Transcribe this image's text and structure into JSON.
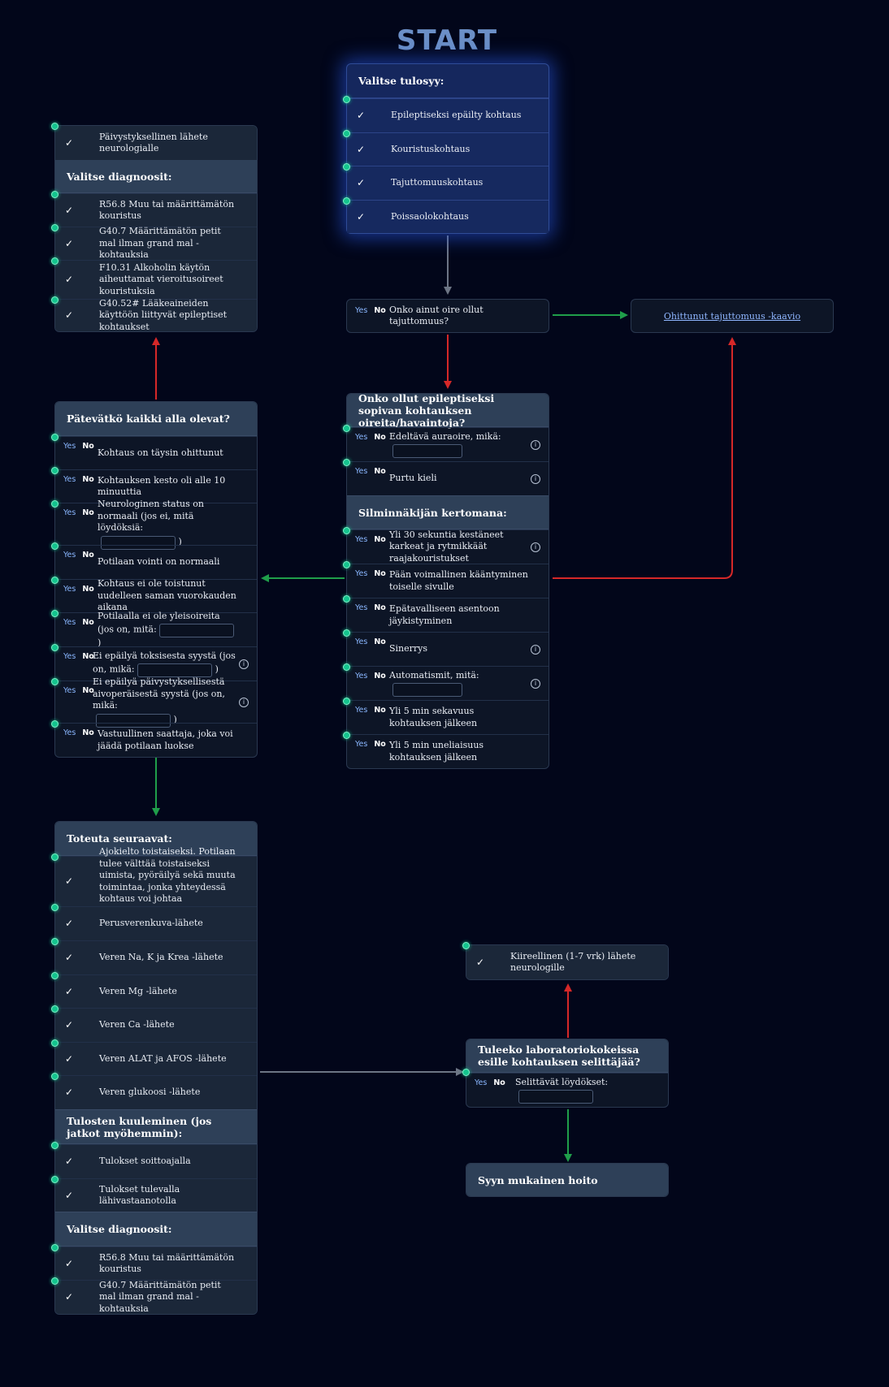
{
  "title": "START",
  "colors": {
    "green": "#1f9e4a",
    "red": "#d62828",
    "gray": "#6d7585",
    "accent": "#14c48e"
  },
  "labels": {
    "yes": "Yes",
    "no": "No",
    "check": "✓",
    "info": "i"
  },
  "start_box": {
    "header": "Valitse tulosyy:",
    "items": [
      "Epileptiseksi epäilty kohtaus",
      "Kouristuskohtaus",
      "Tajuttomuuskohtaus",
      "Poissaolokohtaus"
    ]
  },
  "q_unconscious": {
    "text": "Onko ainut oire ollut tajuttomuus?"
  },
  "link_box": {
    "text": "Ohittunut tajuttomuus -kaavio"
  },
  "q_epileptic": {
    "header": "Onko ollut epileptiseksi sopivan kohtauksen oireita/havaintoja?",
    "rows": [
      {
        "text": "Edeltävä auraoire, mikä:"
      },
      {
        "text": "Purtu kieli"
      }
    ],
    "witness_header": "Silminnäkijän kertomana:",
    "witness_rows": [
      {
        "text": "Yli 30 sekuntia kestäneet karkeat ja rytmikkäät raajakouristukset"
      },
      {
        "text": "Pään voimallinen kääntyminen toiselle sivulle"
      },
      {
        "text": "Epätavalliseen asentoon jäykistyminen"
      },
      {
        "text": "Sinerrys"
      },
      {
        "text": "Automatismit, mitä:"
      },
      {
        "text": "Yli 5 min sekavuus kohtauksen jälkeen"
      },
      {
        "text": "Yli 5 min uneliaisuus kohtauksen jälkeen"
      }
    ]
  },
  "q_all_apply": {
    "header": "Pätevätkö kaikki alla olevat?",
    "rows": [
      {
        "text": "Kohtaus on täysin ohittunut"
      },
      {
        "text": "Kohtauksen kesto oli alle 10 minuuttia"
      },
      {
        "pre": "Neurologinen status on normaali (jos ei, mitä löydöksiä:",
        "post": ")"
      },
      {
        "text": "Potilaan vointi on normaali"
      },
      {
        "text": "Kohtaus ei ole toistunut uudelleen saman vuorokauden aikana"
      },
      {
        "pre": "Potilaalla ei ole yleisoireita (jos on, mitä:",
        "post": ")"
      },
      {
        "pre": "Ei epäilyä toksisesta syystä (jos on, mikä:",
        "post": ")"
      },
      {
        "pre": "Ei epäilyä päivystyksellisestä aivoperäisestä syystä (jos on, mikä:",
        "post": ")"
      },
      {
        "text": "Vastuullinen saattaja, joka voi jäädä potilaan luokse"
      }
    ]
  },
  "referral_box": {
    "top_item": "Päivystyksellinen lähete neurologialle",
    "header": "Valitse diagnoosit:",
    "items": [
      "R56.8 Muu tai määrittämätön kouristus",
      "G40.7 Määrittämätön petit mal ilman grand mal -kohtauksia",
      "F10.31 Alkoholin käytön aiheuttamat vieroitusoireet kouristuksia",
      "G40.52# Lääkeaineiden käyttöön liittyvät epileptiset kohtaukset"
    ]
  },
  "actions_box": {
    "header": "Toteuta seuraavat:",
    "items": [
      "Ajokielto toistaiseksi. Potilaan tulee välttää toistaiseksi uimista, pyöräilyä sekä muuta toimintaa, jonka yhteydessä kohtaus voi johtaa loukkaantumiseen.",
      "Perusverenkuva-lähete",
      "Veren Na, K ja Krea -lähete",
      "Veren Mg -lähete",
      "Veren Ca -lähete",
      "Veren ALAT ja AFOS -lähete",
      "Veren glukoosi -lähete"
    ],
    "results_header": "Tulosten kuuleminen (jos jatkot myöhemmin):",
    "results_items": [
      "Tulokset soittoajalla",
      "Tulokset tulevalla lähivastaanotolla"
    ],
    "diag_header": "Valitse diagnoosit:",
    "diag_items": [
      "R56.8 Muu tai määrittämätön kouristus",
      "G40.7 Määrittämätön petit mal ilman grand mal -kohtauksia"
    ]
  },
  "urgent_box": {
    "item": "Kiireellinen (1-7 vrk) lähete neurologille"
  },
  "q_lab": {
    "header": "Tuleeko laboratoriokokeissa esille kohtauksen selittäjää?",
    "row": "Selittävät löydökset:"
  },
  "treatment_box": {
    "header": "Syyn mukainen hoito"
  }
}
